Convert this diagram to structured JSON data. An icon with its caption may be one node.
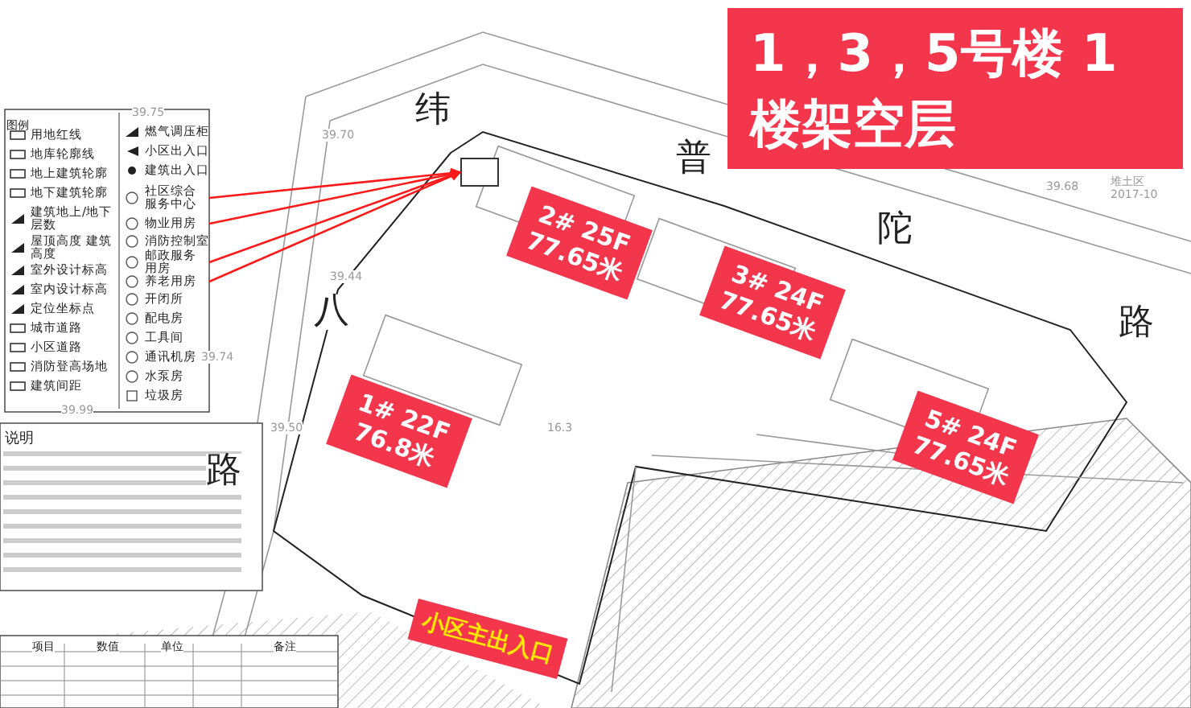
{
  "diagram": {
    "title": "1，3，5号楼 1楼架空层",
    "nodes": [
      {
        "text": [
          "2# 25F",
          "77.65米"
        ]
      },
      {
        "text": [
          "3# 24F",
          "77.65米"
        ]
      },
      {
        "text": [
          "1# 22F",
          "76.8米"
        ]
      },
      {
        "text": [
          "5# 24F",
          "77.65米"
        ]
      },
      {
        "text": [
          "小区主出入口"
        ]
      },
      {
        "text": [
          "社区综合服务中心"
        ]
      },
      {
        "text": [
          "物业用房"
        ]
      },
      {
        "text": [
          "邮政服务用房"
        ]
      },
      {
        "text": [
          "养老用房"
        ]
      },
      {
        "text": [],
        "shape": "box"
      }
    ],
    "edges": [
      {
        "from": 5,
        "to": 9,
        "arrow": "to",
        "color": "#ff1a1a"
      },
      {
        "from": 6,
        "to": 9,
        "arrow": "to",
        "color": "#ff1a1a"
      },
      {
        "from": 7,
        "to": 9,
        "arrow": "to",
        "color": "#ff1a1a"
      },
      {
        "from": 8,
        "to": 9,
        "arrow": "to",
        "color": "#ff1a1a"
      }
    ],
    "labels": [
      "图例",
      "39.75",
      "纬",
      "39.70",
      "普",
      "39.68",
      "堆土区",
      "2017-10",
      "陀",
      "39.44",
      "八",
      "39.74",
      "路",
      "39.99",
      "说明",
      "39.50",
      "路",
      "16.3",
      "项目",
      "数值",
      "单位",
      "备注"
    ],
    "legend": [
      {
        "text": "用地红线"
      },
      {
        "text": "地库轮廓线"
      },
      {
        "text": "地上建筑轮廓"
      },
      {
        "text": "地下建筑轮廓"
      },
      {
        "text": "建筑地上/地下层数"
      },
      {
        "text": "屋顶高度 建筑高度"
      },
      {
        "text": "室外设计标高"
      },
      {
        "text": "室内设计标高"
      },
      {
        "text": "定位坐标点"
      },
      {
        "text": "城市道路"
      },
      {
        "text": "小区道路"
      },
      {
        "text": "消防登高场地"
      },
      {
        "text": "建筑间距"
      },
      {
        "text": "燃气调压柜"
      },
      {
        "text": "小区出入口"
      },
      {
        "text": "建筑出入口"
      },
      {
        "text": "消防控制室"
      },
      {
        "text": "开闭所"
      },
      {
        "text": "配电房"
      },
      {
        "text": "工具间"
      },
      {
        "text": "通讯机房"
      },
      {
        "text": "水泵房"
      },
      {
        "text": "垃圾房"
      }
    ]
  }
}
